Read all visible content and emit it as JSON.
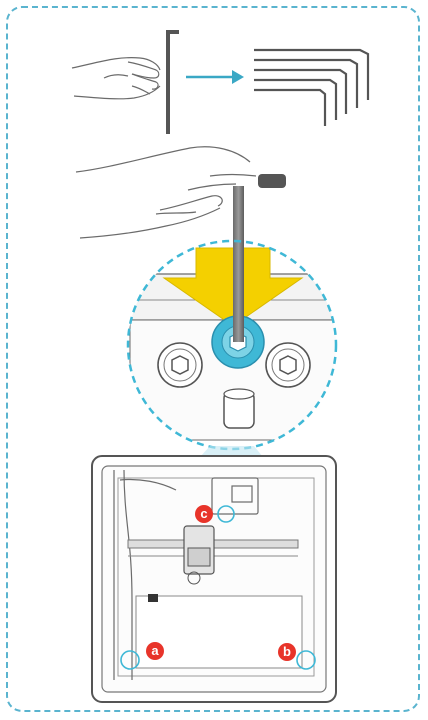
{
  "colors": {
    "frame_dash": "#5ab4cf",
    "arrow": "#3aa8c5",
    "highlight_yellow": "#f4d000",
    "highlight_cyan": "#3fb8d6",
    "marker_red": "#e8342a",
    "line_gray": "#6b6b6b"
  },
  "icons": {
    "hex_key": "hex-key-icon",
    "hex_key_set": "hex-key-set-icon",
    "arrow": "arrow-right-icon",
    "down_arrow": "arrow-down-icon"
  },
  "markers": {
    "c": "c",
    "a": "a",
    "b": "b"
  }
}
